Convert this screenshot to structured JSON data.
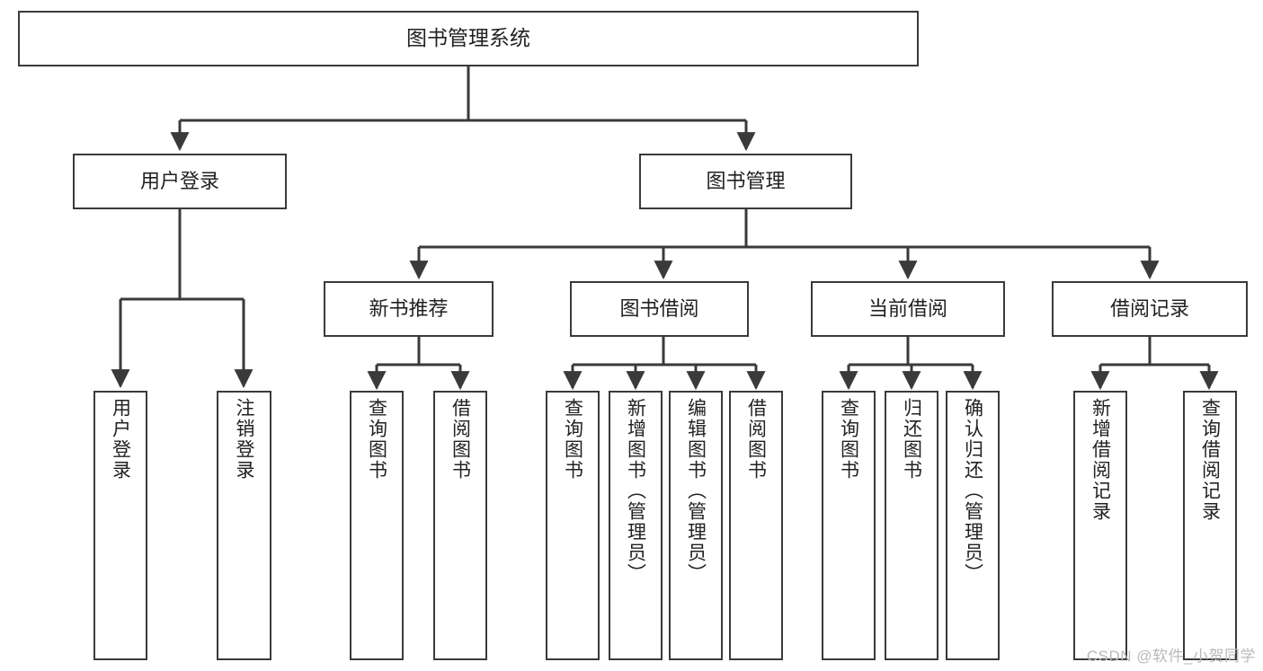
{
  "diagram": {
    "title": "图书管理系统",
    "type": "hierarchy-tree",
    "root": {
      "label": "图书管理系统"
    },
    "level2": [
      {
        "label": "用户登录"
      },
      {
        "label": "图书管理"
      }
    ],
    "level3": [
      {
        "label": "新书推荐"
      },
      {
        "label": "图书借阅"
      },
      {
        "label": "当前借阅"
      },
      {
        "label": "借阅记录"
      }
    ],
    "leaves": {
      "user_login": [
        {
          "label": "用户登录"
        },
        {
          "label": "注销登录"
        }
      ],
      "new_book_recommend": [
        {
          "label": "查询图书"
        },
        {
          "label": "借阅图书"
        }
      ],
      "book_borrow": [
        {
          "label": "查询图书"
        },
        {
          "label": "新增图书（管理员）"
        },
        {
          "label": "编辑图书（管理员）"
        },
        {
          "label": "借阅图书"
        }
      ],
      "current_borrow": [
        {
          "label": "查询图书"
        },
        {
          "label": "归还图书"
        },
        {
          "label": "确认归还（管理员）"
        }
      ],
      "borrow_record": [
        {
          "label": "新增借阅记录"
        },
        {
          "label": "查询借阅记录"
        }
      ]
    }
  },
  "watermark": {
    "text": "CSDN @软件_小贺同学"
  },
  "colors": {
    "stroke": "#3a3a3a",
    "background": "#ffffff",
    "text": "#222222",
    "watermark": "#b9b9b9"
  }
}
